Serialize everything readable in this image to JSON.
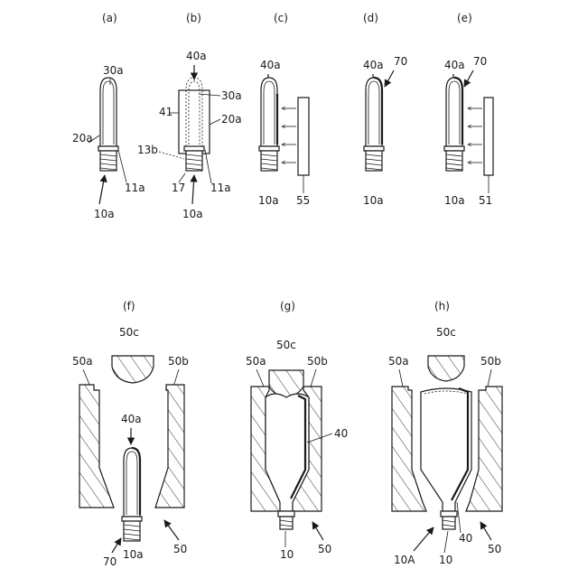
{
  "panels": {
    "a": {
      "title": "(a)",
      "labels": {
        "shoulder": "30a",
        "body": "20a",
        "neck_ring": "11a",
        "preform": "10a"
      }
    },
    "b": {
      "title": "(b)",
      "labels": {
        "label_arrow": "40a",
        "shoulder": "30a",
        "sleeve": "41",
        "body": "20a",
        "thread": "13b",
        "ring": "17",
        "neck_ring": "11a",
        "preform": "10a"
      }
    },
    "c": {
      "title": "(c)",
      "labels": {
        "label": "40a",
        "preform": "10a",
        "heater": "55"
      }
    },
    "d": {
      "title": "(d)",
      "labels": {
        "label": "40a",
        "heat": "70",
        "preform": "10a"
      }
    },
    "e": {
      "title": "(e)",
      "labels": {
        "label": "40a",
        "heat": "70",
        "preform": "10a",
        "plate": "51"
      }
    },
    "f": {
      "title": "(f)",
      "labels": {
        "bottom_mold": "50c",
        "left_mold": "50a",
        "right_mold": "50b",
        "label": "40a",
        "heat": "70",
        "preform": "10a",
        "mold": "50"
      }
    },
    "g": {
      "title": "(g)",
      "labels": {
        "bottom_mold": "50c",
        "left_mold": "50a",
        "right_mold": "50b",
        "label": "40",
        "container": "10",
        "mold": "50"
      }
    },
    "h": {
      "title": "(h)",
      "labels": {
        "bottom_mold": "50c",
        "left_mold": "50a",
        "right_mold": "50b",
        "product": "10A",
        "container": "10",
        "label": "40",
        "mold": "50"
      }
    }
  }
}
